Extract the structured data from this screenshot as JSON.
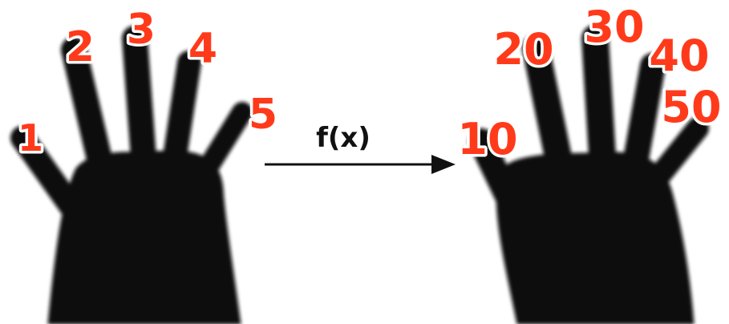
{
  "left_hand": {
    "labels": [
      "1",
      "2",
      "3",
      "4",
      "5"
    ]
  },
  "arrow": {
    "label": "f(x)"
  },
  "right_hand": {
    "labels": [
      "10",
      "20",
      "30",
      "40",
      "50"
    ]
  },
  "colors": {
    "label_fill": "#ff3a1a",
    "label_outline": "#ffffff",
    "silhouette": "#111111",
    "background": "#ffffff"
  }
}
